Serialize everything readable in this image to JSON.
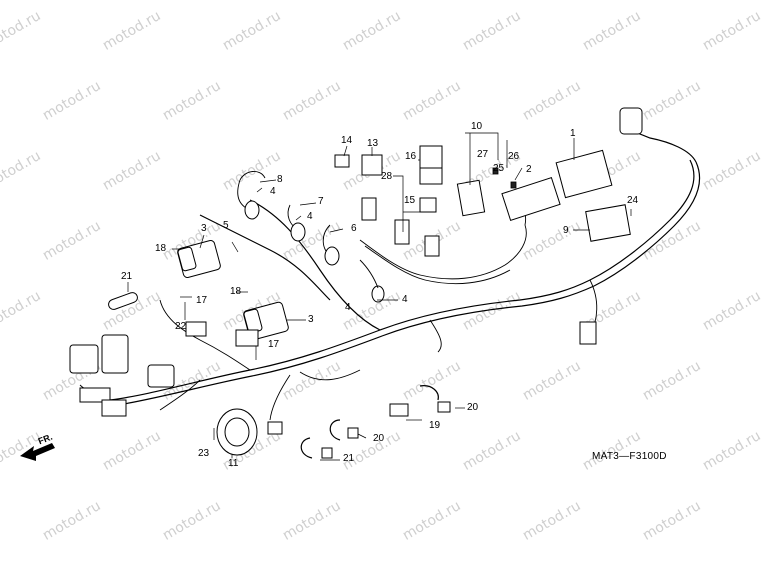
{
  "watermark": {
    "text": "motod.ru"
  },
  "diagram_code": "MAT3—F3100D",
  "direction_label": "FR.",
  "callouts": [
    {
      "id": "c1",
      "text": "1"
    },
    {
      "id": "c2",
      "text": "2"
    },
    {
      "id": "c3a",
      "text": "3"
    },
    {
      "id": "c3b",
      "text": "3"
    },
    {
      "id": "c4a",
      "text": "4"
    },
    {
      "id": "c4b",
      "text": "4"
    },
    {
      "id": "c4c",
      "text": "4"
    },
    {
      "id": "c4d",
      "text": "4"
    },
    {
      "id": "c5",
      "text": "5"
    },
    {
      "id": "c6",
      "text": "6"
    },
    {
      "id": "c7",
      "text": "7"
    },
    {
      "id": "c8",
      "text": "8"
    },
    {
      "id": "c9",
      "text": "9"
    },
    {
      "id": "c10",
      "text": "10"
    },
    {
      "id": "c11",
      "text": "11"
    },
    {
      "id": "c13",
      "text": "13"
    },
    {
      "id": "c14",
      "text": "14"
    },
    {
      "id": "c15",
      "text": "15"
    },
    {
      "id": "c16",
      "text": "16"
    },
    {
      "id": "c17a",
      "text": "17"
    },
    {
      "id": "c17b",
      "text": "17"
    },
    {
      "id": "c18a",
      "text": "18"
    },
    {
      "id": "c18b",
      "text": "18"
    },
    {
      "id": "c19",
      "text": "19"
    },
    {
      "id": "c20a",
      "text": "20"
    },
    {
      "id": "c20b",
      "text": "20"
    },
    {
      "id": "c21a",
      "text": "21"
    },
    {
      "id": "c21b",
      "text": "21"
    },
    {
      "id": "c22",
      "text": "22"
    },
    {
      "id": "c23",
      "text": "23"
    },
    {
      "id": "c24",
      "text": "24"
    },
    {
      "id": "c25",
      "text": "25"
    },
    {
      "id": "c26",
      "text": "26"
    },
    {
      "id": "c27",
      "text": "27"
    },
    {
      "id": "c28",
      "text": "28"
    }
  ]
}
